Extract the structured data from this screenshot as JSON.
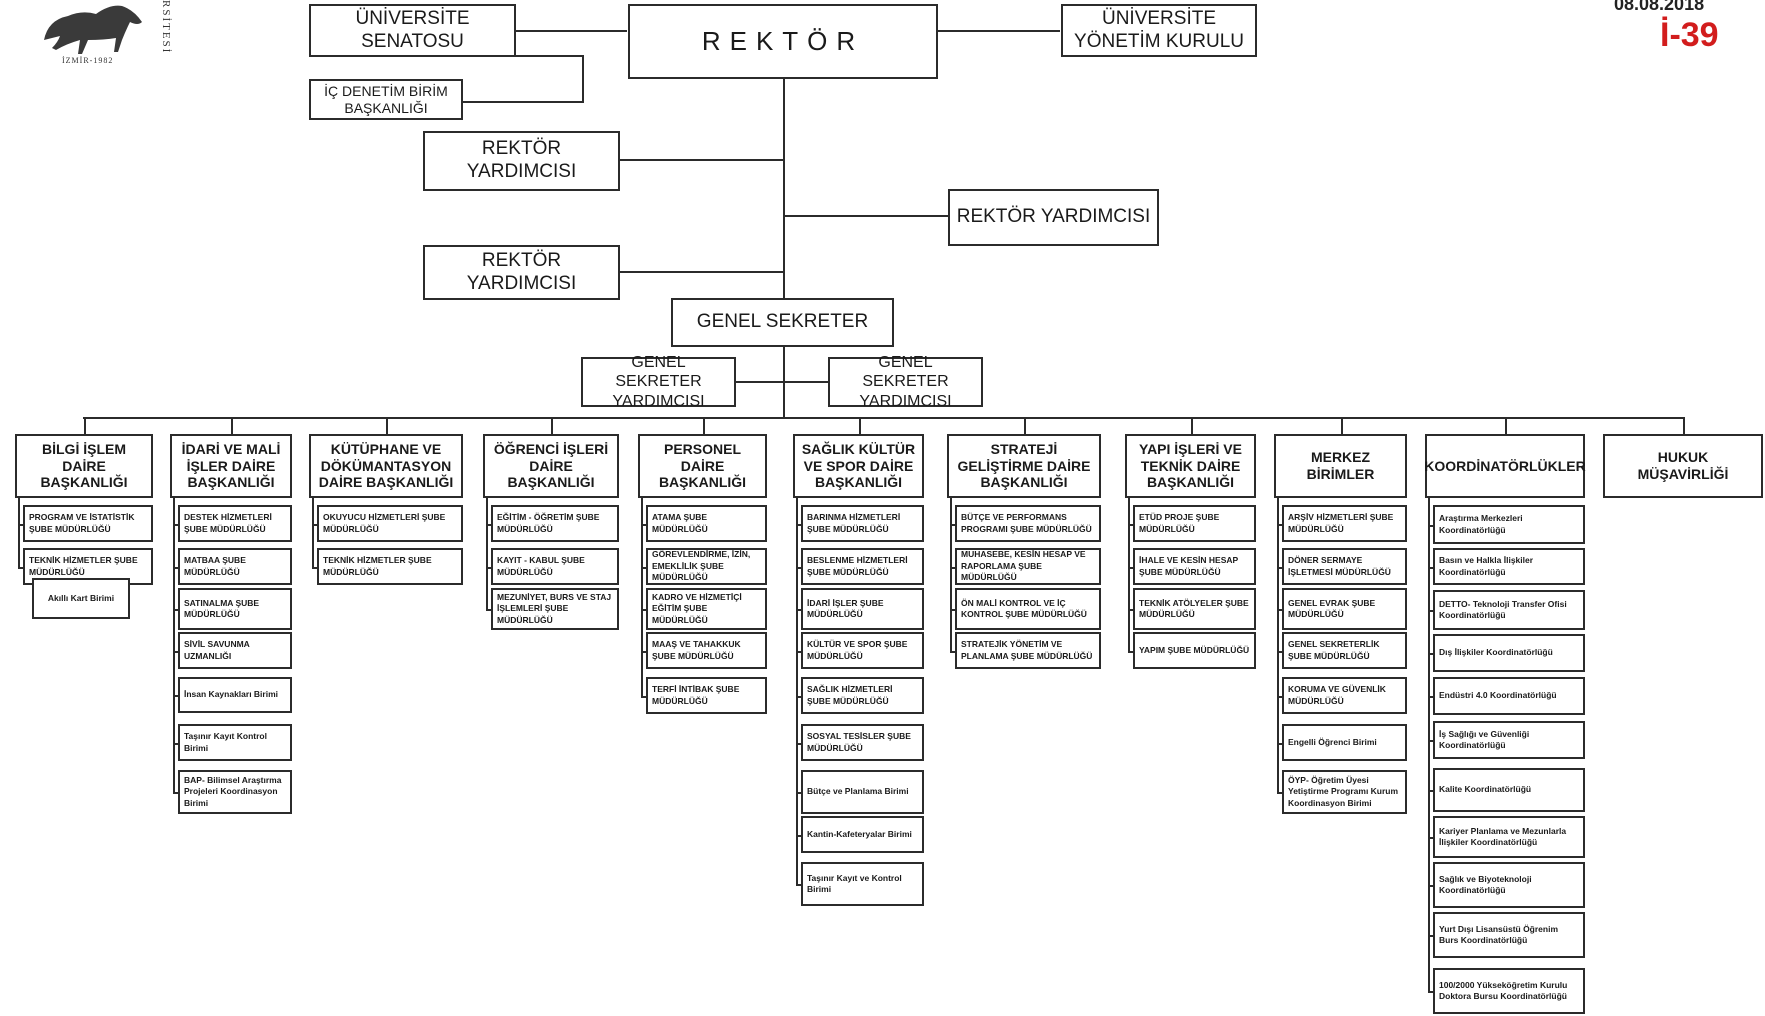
{
  "header": {
    "logo_year": "İZMİR-1982",
    "logo_arc": "RSİTESİ",
    "date": "08.08.2018",
    "doc_code": "İ-39",
    "code_color": "#d21d1d"
  },
  "top": {
    "rektor": "REKTÖR",
    "senato": "ÜNİVERSİTE SENATOSU",
    "yonetim": "ÜNİVERSİTE YÖNETİM KURULU",
    "ic_denetim": "İÇ DENETİM BİRİM BAŞKANLIĞI",
    "yardimci_1": "REKTÖR YARDIMCISI",
    "yardimci_2": "REKTÖR YARDIMCISI",
    "yardimci_3": "REKTÖR YARDIMCISI",
    "genel_sekreter": "GENEL SEKRETER",
    "gs_yardimci_1": "GENEL SEKRETER YARDIMCISI",
    "gs_yardimci_2": "GENEL SEKRETER YARDIMCISI"
  },
  "departments": [
    {
      "title": "BİLGİ İŞLEM DAİRE BAŞKANLIĞI",
      "units": [
        "PROGRAM VE İSTATİSTİK ŞUBE MÜDÜRLÜĞÜ",
        "TEKNİK HİZMETLER ŞUBE MÜDÜRLÜĞÜ"
      ],
      "extra": "Akıllı Kart Birimi"
    },
    {
      "title": "İDARİ VE MALİ İŞLER DAİRE BAŞKANLIĞI",
      "units": [
        "DESTEK HİZMETLERİ ŞUBE MÜDÜRLÜĞÜ",
        "MATBAA ŞUBE MÜDÜRLÜĞÜ",
        "SATINALMA ŞUBE MÜDÜRLÜĞÜ",
        "SİVİL SAVUNMA UZMANLIĞI",
        "İnsan Kaynakları Birimi",
        "Taşınır Kayıt Kontrol Birimi",
        "BAP- Bilimsel Araştırma Projeleri Koordinasyon Birimi"
      ]
    },
    {
      "title": "KÜTÜPHANE VE DÖKÜMANTASYON DAİRE BAŞKANLIĞI",
      "units": [
        "OKUYUCU HİZMETLERİ ŞUBE MÜDÜRLÜĞÜ",
        "TEKNİK HİZMETLER ŞUBE MÜDÜRLÜĞÜ"
      ]
    },
    {
      "title": "ÖĞRENCİ İŞLERİ DAİRE BAŞKANLIĞI",
      "units": [
        "EĞİTİM - ÖĞRETİM ŞUBE MÜDÜRLÜĞÜ",
        "KAYIT - KABUL ŞUBE MÜDÜRLÜĞÜ",
        "MEZUNİYET, BURS VE STAJ İŞLEMLERİ ŞUBE MÜDÜRLÜĞÜ"
      ]
    },
    {
      "title": "PERSONEL DAİRE BAŞKANLIĞI",
      "units": [
        "ATAMA ŞUBE MÜDÜRLÜĞÜ",
        "GÖREVLENDİRME, İZİN, EMEKLİLİK ŞUBE MÜDÜRLÜĞÜ",
        "KADRO VE HİZMETİÇİ EĞİTİM ŞUBE MÜDÜRLÜĞÜ",
        "MAAŞ VE TAHAKKUK ŞUBE MÜDÜRLÜĞÜ",
        "TERFİ İNTİBAK ŞUBE MÜDÜRLÜĞÜ"
      ]
    },
    {
      "title": "SAĞLIK KÜLTÜR VE SPOR DAİRE BAŞKANLIĞI",
      "units": [
        "BARINMA HİZMETLERİ ŞUBE MÜDÜRLÜĞÜ",
        "BESLENME HİZMETLERİ ŞUBE MÜDÜRLÜĞÜ",
        "İDARİ İŞLER ŞUBE MÜDÜRLÜĞÜ",
        "KÜLTÜR VE SPOR ŞUBE MÜDÜRLÜĞÜ",
        "SAĞLIK HİZMETLERİ ŞUBE MÜDÜRLÜĞÜ",
        "SOSYAL TESİSLER ŞUBE MÜDÜRLÜĞÜ",
        "Bütçe ve Planlama Birimi",
        "Kantin-Kafeteryalar Birimi",
        "Taşınır Kayıt ve Kontrol Birimi"
      ]
    },
    {
      "title": "STRATEJİ GELİŞTİRME DAİRE BAŞKANLIĞI",
      "units": [
        "BÜTÇE VE PERFORMANS PROGRAMI ŞUBE MÜDÜRLÜĞÜ",
        "MUHASEBE, KESİN HESAP VE RAPORLAMA ŞUBE MÜDÜRLÜĞÜ",
        "ÖN MALİ KONTROL VE İÇ KONTROL ŞUBE MÜDÜRLÜĞÜ",
        "STRATEJİK YÖNETİM VE PLANLAMA ŞUBE MÜDÜRLÜĞÜ"
      ]
    },
    {
      "title": "YAPI İŞLERİ VE TEKNİK DAİRE BAŞKANLIĞI",
      "units": [
        "ETÜD PROJE ŞUBE MÜDÜRLÜĞÜ",
        "İHALE VE KESİN HESAP ŞUBE MÜDÜRLÜĞÜ",
        "TEKNİK ATÖLYELER ŞUBE MÜDÜRLÜĞÜ",
        "YAPIM ŞUBE MÜDÜRLÜĞÜ"
      ]
    },
    {
      "title": "MERKEZ BİRİMLER",
      "units": [
        "ARŞİV HİZMETLERİ ŞUBE MÜDÜRLÜĞÜ",
        "DÖNER SERMAYE İŞLETMESİ MÜDÜRLÜĞÜ",
        "GENEL EVRAK ŞUBE MÜDÜRLÜĞÜ",
        "GENEL SEKRETERLİK ŞUBE MÜDÜRLÜĞÜ",
        "KORUMA VE GÜVENLİK MÜDÜRLÜĞÜ",
        "Engelli Öğrenci Birimi",
        "ÖYP- Öğretim Üyesi Yetiştirme Programı Kurum Koordinasyon Birimi"
      ]
    },
    {
      "title": "KOORDİNATÖRLÜKLER",
      "units": [
        "Araştırma Merkezleri Koordinatörlüğü",
        "Basın ve Halkla İlişkiler Koordinatörlüğü",
        "DETTO- Teknoloji Transfer Ofisi Koordinatörlüğü",
        "Dış İlişkiler Koordinatörlüğü",
        "Endüstri 4.0 Koordinatörlüğü",
        "İş Sağlığı ve Güvenliği Koordinatörlüğü",
        "Kalite Koordinatörlüğü",
        "Kariyer Planlama ve Mezunlarla İlişkiler Koordinatörlüğü",
        "Sağlık ve Biyoteknoloji Koordinatörlüğü",
        "Yurt Dışı Lisansüstü Öğrenim Burs Koordinatörlüğü",
        "100/2000 Yükseköğretim Kurulu Doktora Bursu Koordinatörlüğü"
      ]
    },
    {
      "title": "HUKUK MÜŞAVİRLİĞİ",
      "units": []
    }
  ]
}
